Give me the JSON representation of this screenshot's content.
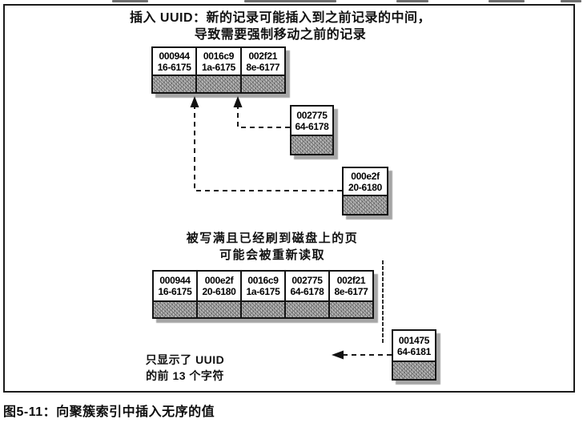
{
  "colors": {
    "ink": "#161616",
    "paper": "#ffffff",
    "hatch_gray": "#a9a9a9",
    "shadow_gray": "#a6a6a6"
  },
  "annotations": {
    "top": {
      "line1": "插入 UUID：新的记录可能插入到之前记录的中间，",
      "line2": "导致需要强制移动之前的记录"
    },
    "middle": {
      "line1": "被写满且已经刷到磁盘上的页",
      "line2": "可能会被重新读取"
    },
    "note": {
      "line1": "只显示了 UUID",
      "line2": "的前 13 个字符"
    }
  },
  "caption": "图5-11：向聚簇索引中插入无序的值",
  "pages": {
    "initial_page": {
      "cells": [
        {
          "line1": "000944",
          "line2": "16-6175"
        },
        {
          "line1": "0016c9",
          "line2": "1a-6175"
        },
        {
          "line1": "002f21",
          "line2": "8e-6177"
        }
      ]
    },
    "incoming_record_a": {
      "line1": "002775",
      "line2": "64-6178"
    },
    "incoming_record_b": {
      "line1": "000e2f",
      "line2": "20-6180"
    },
    "reloaded_page": {
      "cells": [
        {
          "line1": "000944",
          "line2": "16-6175"
        },
        {
          "line1": "000e2f",
          "line2": "20-6180"
        },
        {
          "line1": "0016c9",
          "line2": "1a-6175"
        },
        {
          "line1": "002775",
          "line2": "64-6178"
        },
        {
          "line1": "002f21",
          "line2": "8e-6177"
        }
      ]
    },
    "incoming_record_c": {
      "line1": "001475",
      "line2": "64-6181"
    }
  }
}
